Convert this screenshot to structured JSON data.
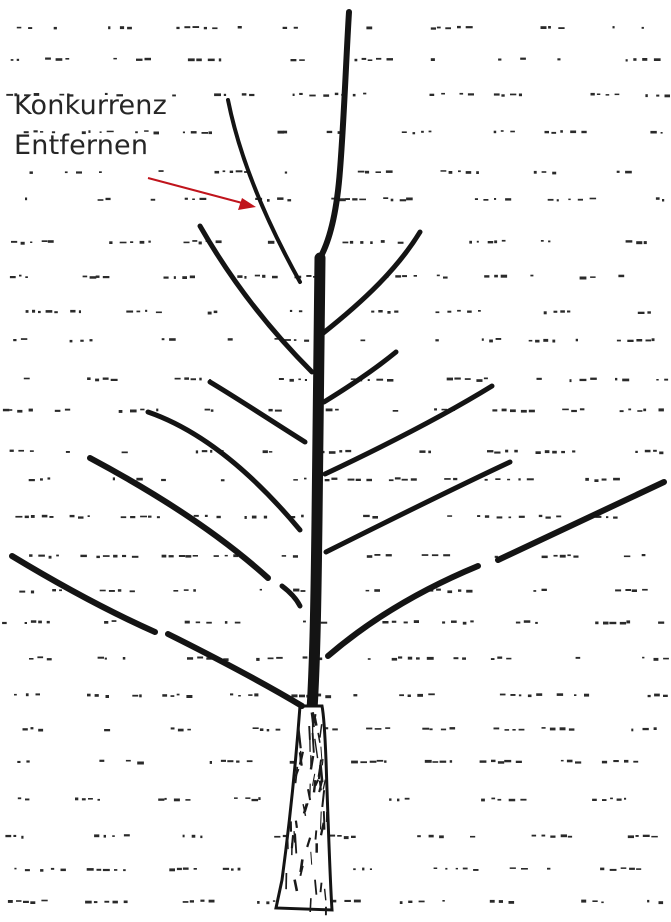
{
  "annotation": {
    "line1": "Konkurrenz",
    "line2": "Entfernen",
    "arrow_color": "#c0141c"
  },
  "drawing": {
    "subject": "young-tree-pruning-sketch",
    "ink_color": "#141414",
    "background": "#ffffff"
  }
}
